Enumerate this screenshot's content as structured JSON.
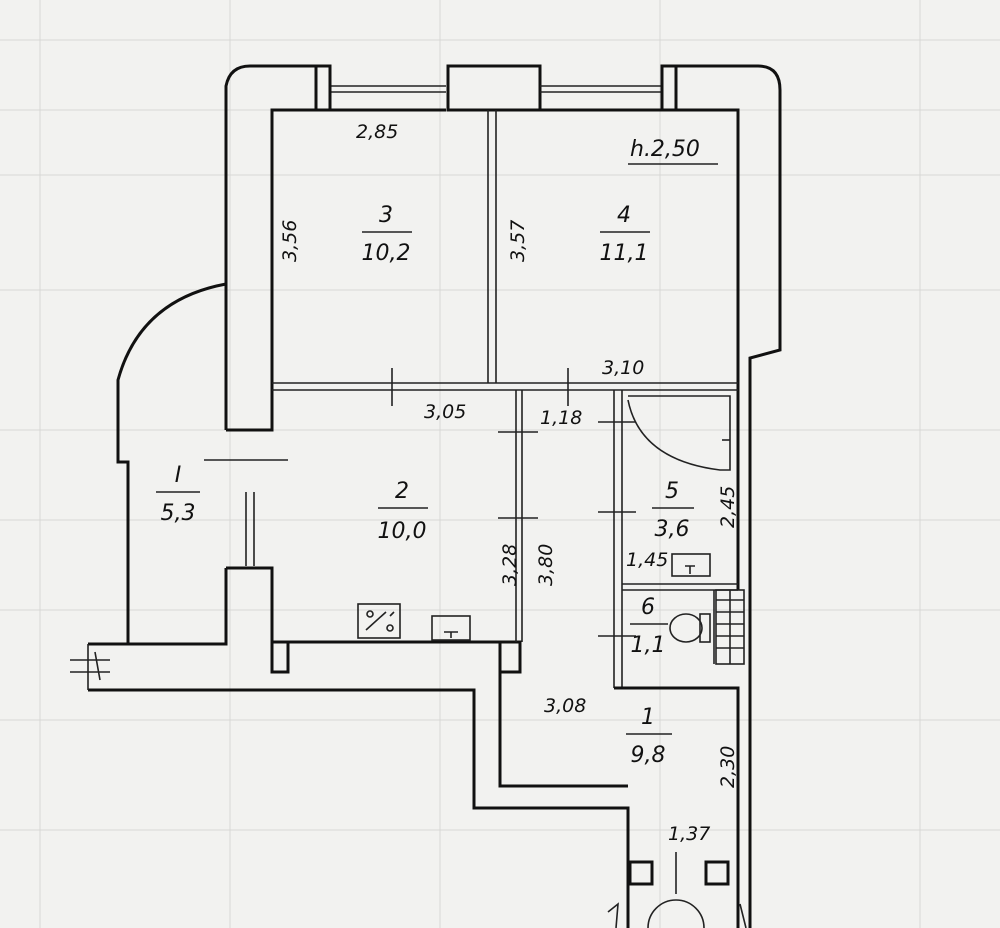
{
  "ceiling_height": "h.2,50",
  "rooms": [
    {
      "id": "room-3",
      "number": "3",
      "area": "10,2"
    },
    {
      "id": "room-4",
      "number": "4",
      "area": "11,1"
    },
    {
      "id": "room-2",
      "number": "2",
      "area": "10,0"
    },
    {
      "id": "room-5",
      "number": "5",
      "area": "3,6"
    },
    {
      "id": "room-6",
      "number": "6",
      "area": "1,1"
    },
    {
      "id": "room-1",
      "number": "1",
      "area": "9,8"
    },
    {
      "id": "balcony-1",
      "number": "I",
      "area": "5,3"
    }
  ],
  "dimensions": [
    "2,85",
    "3,56",
    "3,57",
    "3,10",
    "3,05",
    "1,18",
    "2,45",
    "1,45",
    "3,28",
    "3,80",
    "3,08",
    "2,30",
    "1,37"
  ],
  "colors": {
    "ink": "#111111",
    "paper": "#f2f2f0",
    "grid": "#d8d8d6"
  }
}
